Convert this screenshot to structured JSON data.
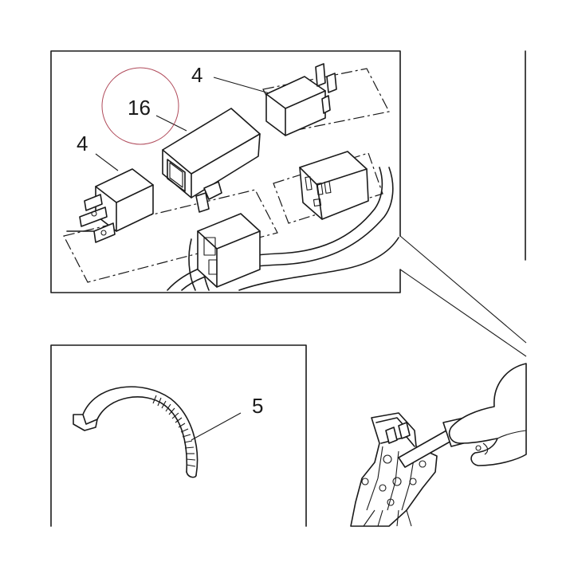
{
  "callouts": {
    "relay_right": "4",
    "flasher": "16",
    "relay_left": "4",
    "cable_tie": "5"
  },
  "colors": {
    "line": "#1a1a1a",
    "highlight_circle": "#b04a5a",
    "background": "#ffffff"
  }
}
